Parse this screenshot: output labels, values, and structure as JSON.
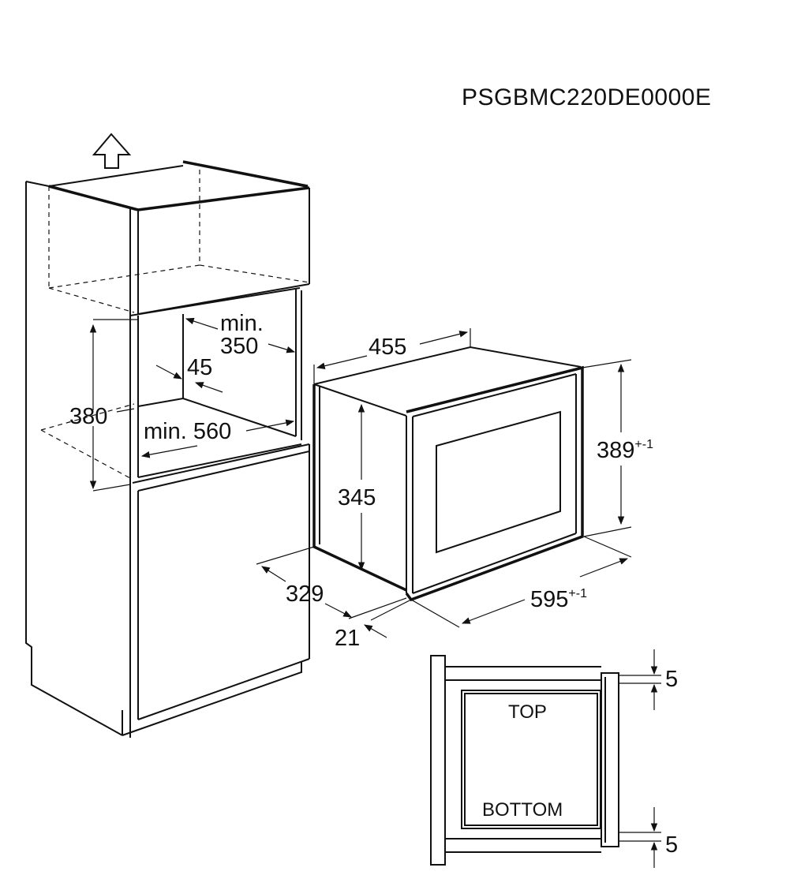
{
  "model_code": "PSGBMC220DE0000E",
  "niche": {
    "width_label_1": "min.",
    "width_label_2": "350",
    "depth_offset": "45",
    "height": "380",
    "depth_label": "min. 560"
  },
  "appliance": {
    "depth": "455",
    "height_front": "389",
    "height_front_tol": "+-1",
    "body_height": "345",
    "width_front": "595",
    "width_front_tol": "+-1",
    "body_width": "329",
    "front_offset": "21"
  },
  "mounting": {
    "top_label": "TOP",
    "bottom_label": "BOTTOM",
    "top_gap": "5",
    "bottom_gap": "5"
  },
  "icons": {
    "up_arrow": "up-arrow-icon"
  }
}
